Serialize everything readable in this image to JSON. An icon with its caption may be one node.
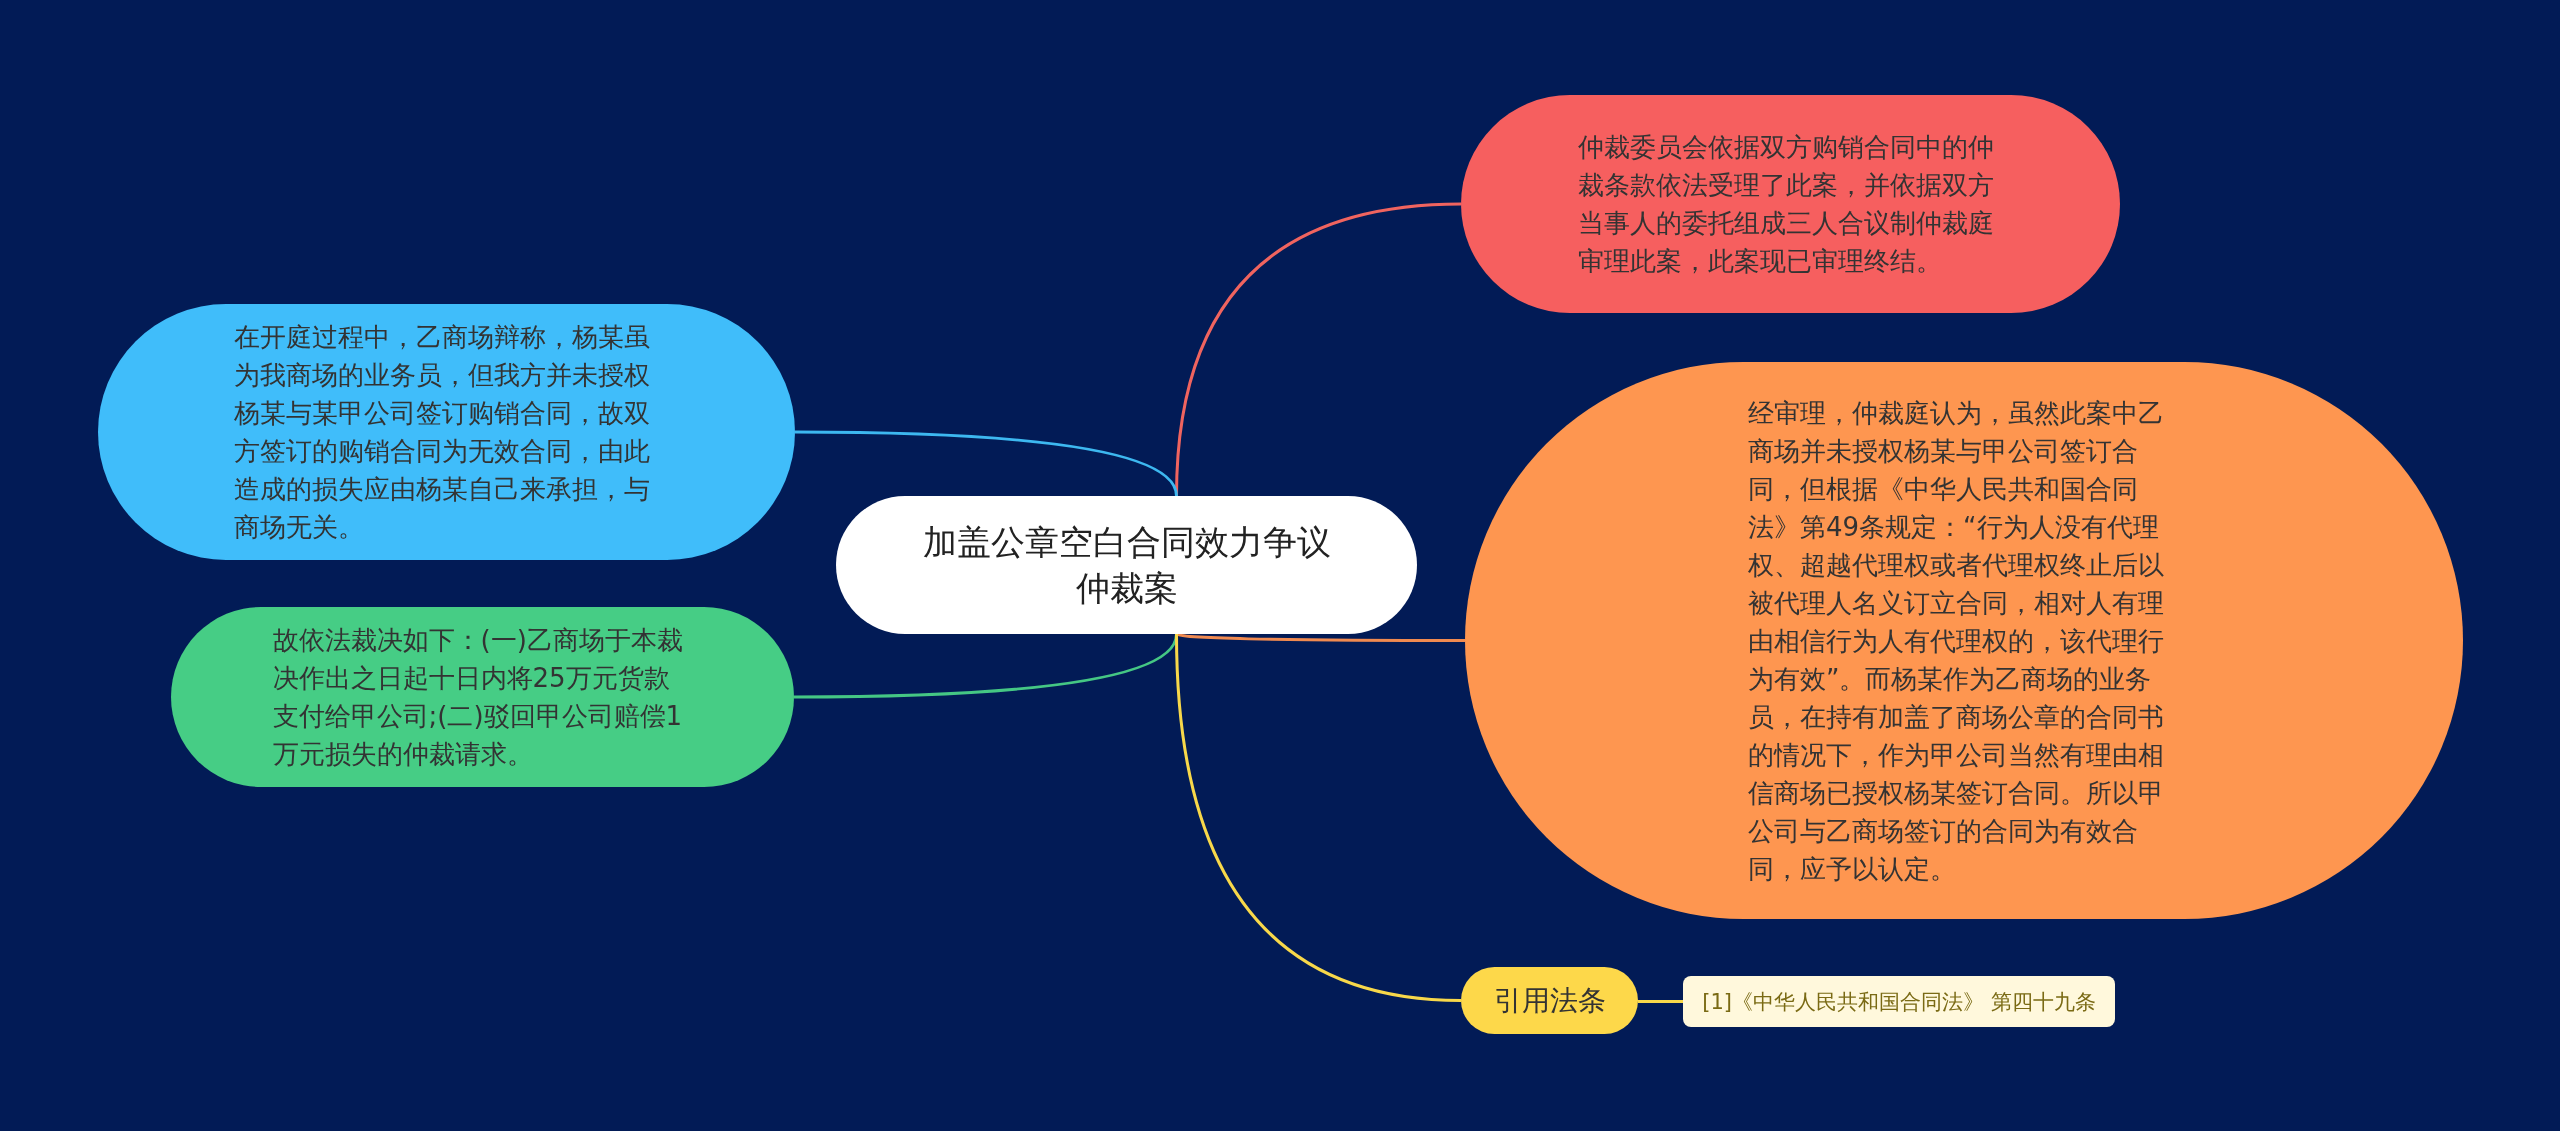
{
  "diagram": {
    "nodes": [
      {
        "text": [
          "加盖公章空白合同效力争议仲裁案"
        ]
      },
      {
        "text": [
          "仲裁委员会依据双方购销合同中的仲裁条款依法受理了此案，并依据双方当事人的委托组成三人合议制仲裁庭审理此案，此案现已审理终结。"
        ]
      },
      {
        "text": [
          "在开庭过程中，乙商场辩称，杨某虽为我商场的业务员，但我方并未授权杨某与某甲公司签订购销合同，故双方签订的购销合同为无效合同，由此造成的损失应由杨某自己来承担，与商场无关。"
        ]
      },
      {
        "text": [
          "经审理，仲裁庭认为，虽然此案中乙商场并未授权杨某与甲公司签订合同，但根据《中华人民共和国合同法》第49条规定：“行为人没有代理权、超越代理权或者代理权终止后以被代理人名义订立合同，相对人有理由相信行为人有代理权的，该代理行为有效”。而杨某作为乙商场的业务员，在持有加盖了商场公章的合同书的情况下，作为甲公司当然有理由相信商场已授权杨某签订合同。所以甲公司与乙商场签订的合同为有效合同，应予以认定。"
        ]
      },
      {
        "text": [
          "故依法裁决如下：(一)乙商场于本裁决作出之日起十日内将25万元货款支付给甲公司;(二)驳回甲公司赔偿1万元损失的仲裁请求。"
        ]
      },
      {
        "text": [
          "引用法条"
        ]
      },
      {
        "text": [
          "[1]《中华人民共和国合同法》 第四十九条"
        ]
      }
    ],
    "edges": [
      {
        "from": 0,
        "to": 1,
        "arrow": "none",
        "color": "#f0645f"
      },
      {
        "from": 0,
        "to": 2,
        "arrow": "none",
        "color": "#3db8f0"
      },
      {
        "from": 0,
        "to": 3,
        "arrow": "none",
        "color": "#f08a50"
      },
      {
        "from": 0,
        "to": 4,
        "arrow": "none",
        "color": "#45c784"
      },
      {
        "from": 0,
        "to": 5,
        "arrow": "none",
        "color": "#f8d84a"
      },
      {
        "from": 5,
        "to": 6,
        "arrow": "none",
        "color": "#f8d84a"
      }
    ]
  }
}
